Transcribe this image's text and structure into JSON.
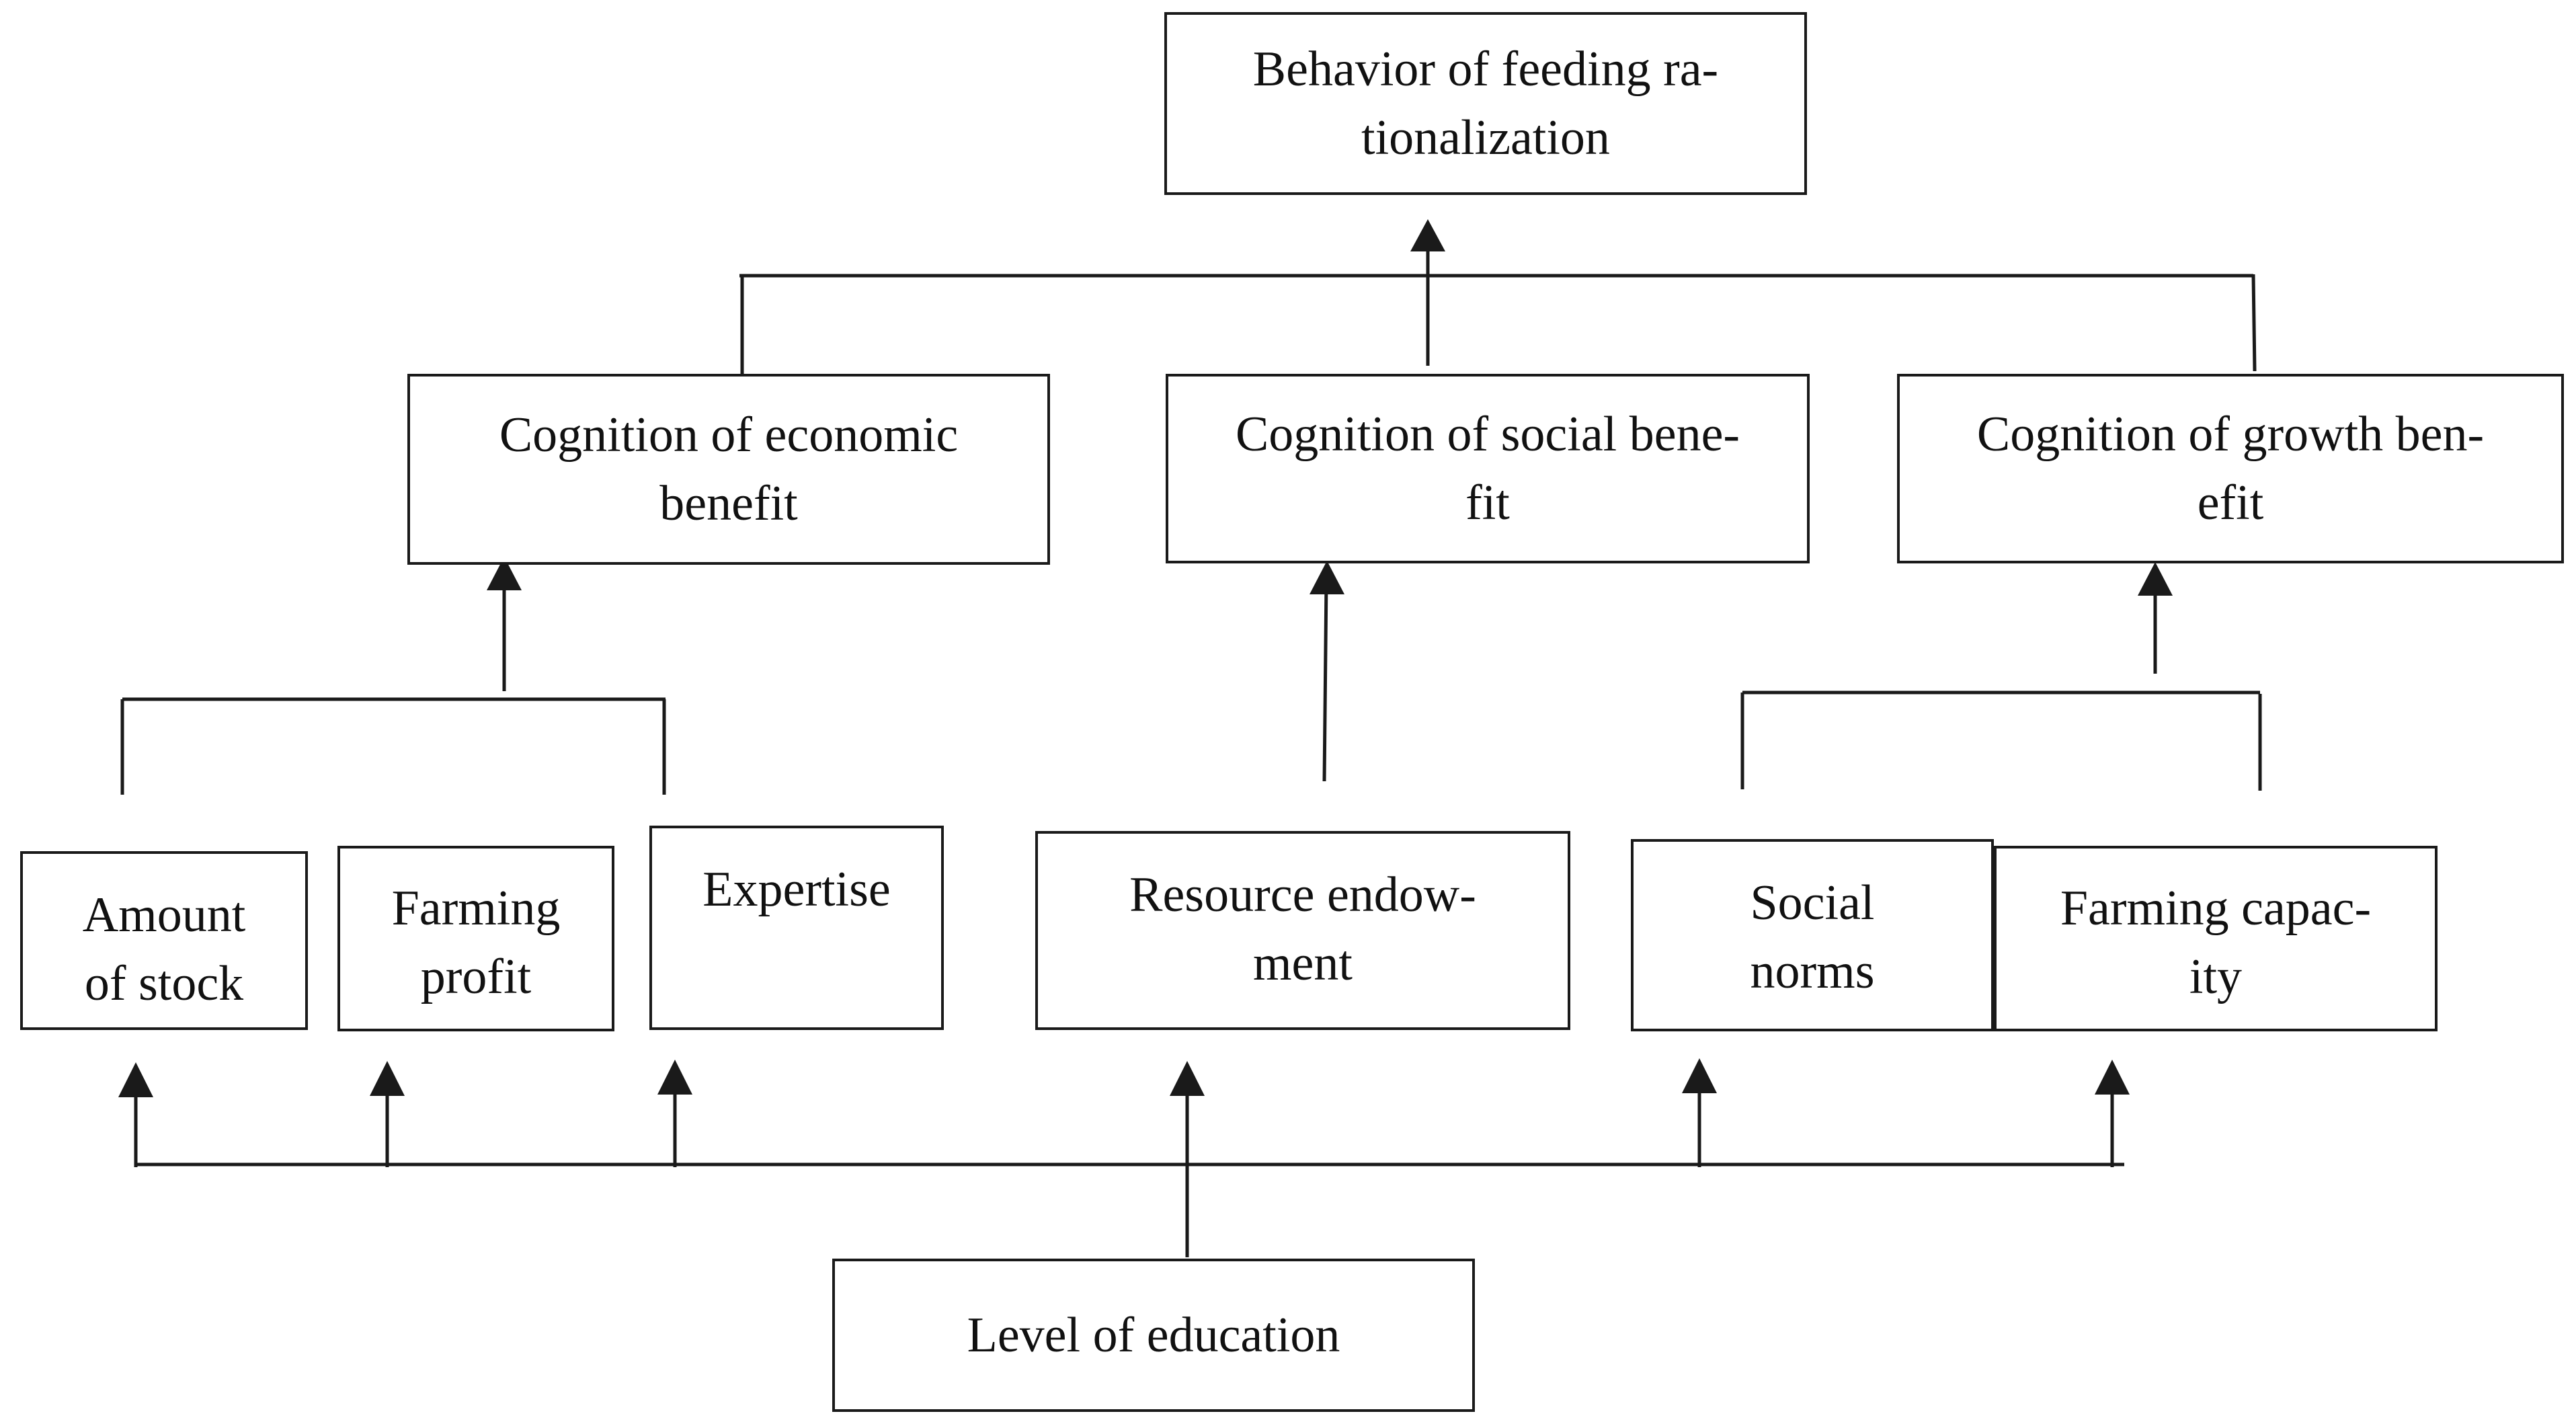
{
  "diagram": {
    "nodes": {
      "top": {
        "label": "Behavior of feeding ra-\ntionalization"
      },
      "economic": {
        "label": "Cognition of economic\nbenefit"
      },
      "social": {
        "label": "Cognition of social bene-\nfit"
      },
      "growth": {
        "label": "Cognition of growth ben-\nefit"
      },
      "stock": {
        "label": "Amount\nof stock"
      },
      "profit": {
        "label": "Farming\nprofit"
      },
      "expertise": {
        "label": "Expertise"
      },
      "resource": {
        "label": "Resource endow-\nment"
      },
      "norms": {
        "label": "Social\nnorms"
      },
      "capacity": {
        "label": "Farming capac-\nity"
      },
      "education": {
        "label": "Level of education"
      }
    },
    "colors": {
      "line": "#1a1a1a",
      "text": "#111111",
      "background": "#ffffff"
    }
  }
}
